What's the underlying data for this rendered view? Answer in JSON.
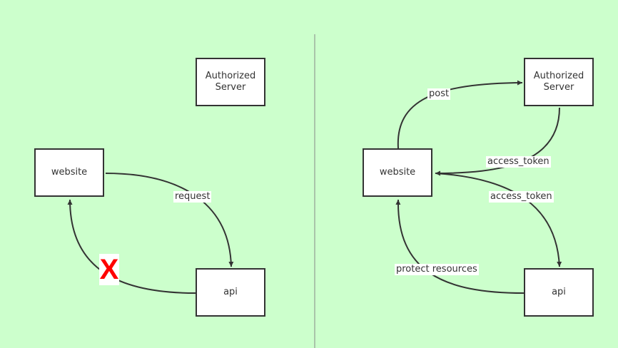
{
  "colors": {
    "background": "#ccffcc",
    "box_fill": "#ffffff",
    "stroke": "#333333",
    "divider": "#888888",
    "x_mark": "#ff0000"
  },
  "left": {
    "auth_server": "Authorized\nServer",
    "website": "website",
    "api": "api",
    "edge_request": "request",
    "blocked_mark": "X"
  },
  "right": {
    "auth_server": "Authorized\nServer",
    "website": "website",
    "api": "api",
    "edge_post": "post",
    "edge_access_token_1": "access_token",
    "edge_access_token_2": "access_token",
    "edge_protect_resources": "protect resources"
  }
}
